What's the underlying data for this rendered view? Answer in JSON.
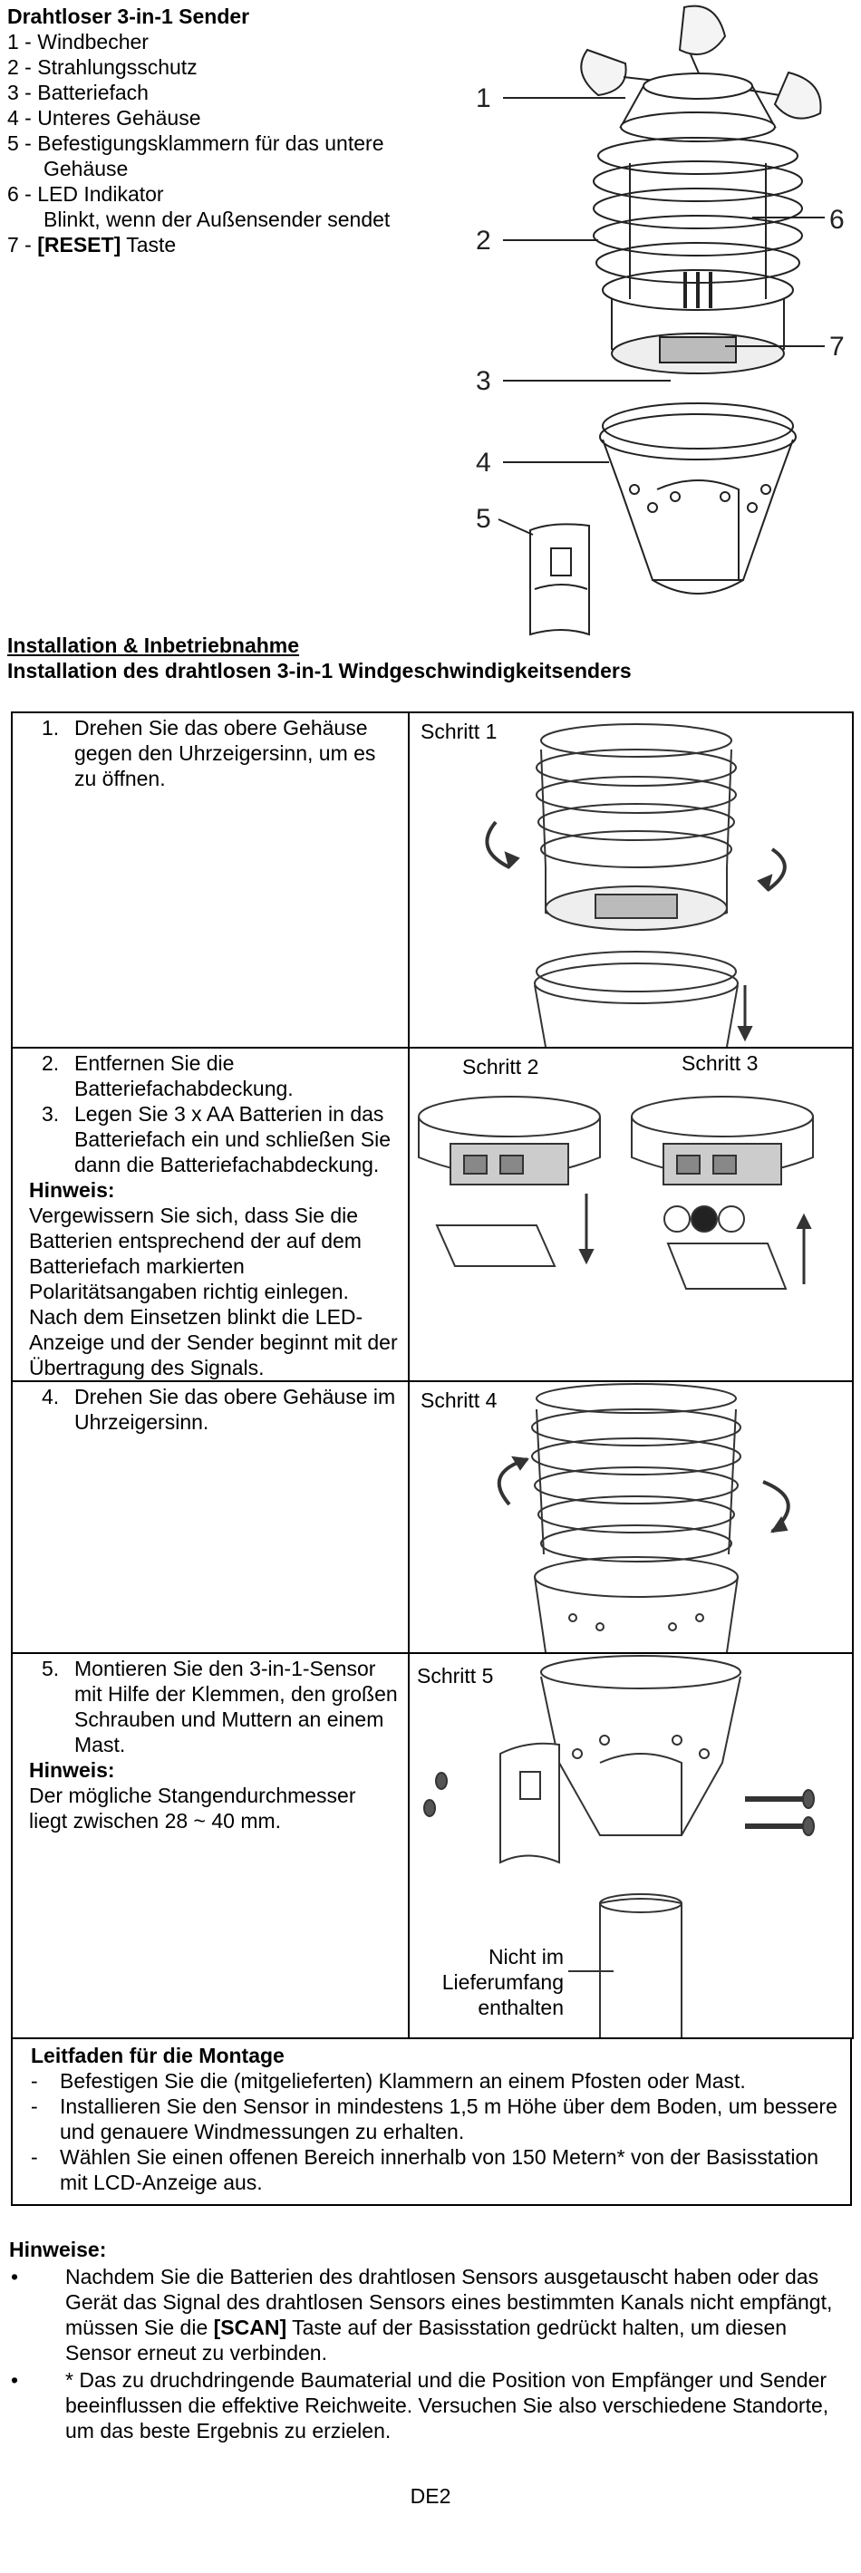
{
  "header": {
    "title": "Drahtloser 3-in-1 Sender",
    "parts": [
      "1 - Windbecher",
      "2 - Strahlungsschutz",
      "3 - Batteriefach",
      "4 - Unteres Gehäuse",
      "5 - Befestigungsklammern für das untere"
    ],
    "part5_cont": "Gehäuse",
    "part6": "6 - LED Indikator",
    "part6_cont": "Blinkt, wenn der Außensender sendet",
    "part7_prefix": "7 - ",
    "part7_bold": "[RESET]",
    "part7_suffix": " Taste"
  },
  "diagram_labels": [
    "1",
    "2",
    "3",
    "4",
    "5",
    "6",
    "7"
  ],
  "section": {
    "title": "Installation & Inbetriebnahme",
    "subtitle": "Installation des drahtlosen 3-in-1 Windgeschwindigkeitsenders"
  },
  "steps": {
    "s1": {
      "num": "1.",
      "text": "Drehen Sie das obere Gehäuse gegen den Uhrzeigersinn, um es zu öffnen.",
      "label": "Schritt 1"
    },
    "s2": {
      "num": "2.",
      "text": "Entfernen Sie die Batteriefachabdeckung.",
      "label": "Schritt 2"
    },
    "s3": {
      "num": "3.",
      "text": "Legen Sie 3 x AA Batterien in das Batteriefach ein und schließen Sie dann die Batteriefachabdeckung.",
      "label": "Schritt 3"
    },
    "note_head": "Hinweis:",
    "note_23": "Vergewissern Sie sich, dass Sie die Batterien entsprechend der auf dem Batteriefach markierten Polaritätsangaben richtig einlegen. Nach dem Einsetzen blinkt die LED-Anzeige und der Sender beginnt mit der Übertragung des Signals.",
    "s4": {
      "num": "4.",
      "text": "Drehen Sie das obere Gehäuse im Uhrzeigersinn.",
      "label": "Schritt 4"
    },
    "s5": {
      "num": "5.",
      "text": "Montieren Sie den 3-in-1-Sensor mit Hilfe der Klemmen, den großen Schrauben und Muttern an einem Mast.",
      "label": "Schritt 5"
    },
    "note_5": "Der mögliche Stangendurchmesser liegt zwischen 28 ~ 40 mm.",
    "not_included": [
      "Nicht im",
      "Lieferumfang",
      "enthalten"
    ]
  },
  "guide": {
    "title": "Leitfaden für die Montage",
    "dash": "-",
    "items": [
      "Befestigen Sie die (mitgelieferten) Klammern an einem Pfosten oder Mast.",
      "Installieren Sie den Sensor in mindestens 1,5 m Höhe über dem Boden, um bessere und genauere Windmessungen zu erhalten.",
      "Wählen Sie einen offenen Bereich innerhalb von 150 Metern* von der Basisstation mit LCD-Anzeige aus."
    ]
  },
  "notes": {
    "title": "Hinweise:",
    "bullet": "•",
    "n1_a": "Nachdem Sie die Batterien des drahtlosen Sensors ausgetauscht haben oder das Gerät das Signal des drahtlosen Sensors eines bestimmten Kanals nicht empfängt, müssen Sie die ",
    "n1_b": "[SCAN]",
    "n1_c": " Taste auf der Basisstation gedrückt halten, um diesen Sensor erneut zu verbinden.",
    "n2": "* Das zu druchdringende Baumaterial und die Position von Empfänger und Sender beeinflussen die effektive Reichweite. Versuchen Sie also verschiedene Standorte, um das beste Ergebnis zu erzielen."
  },
  "footer": {
    "page": "DE2"
  }
}
